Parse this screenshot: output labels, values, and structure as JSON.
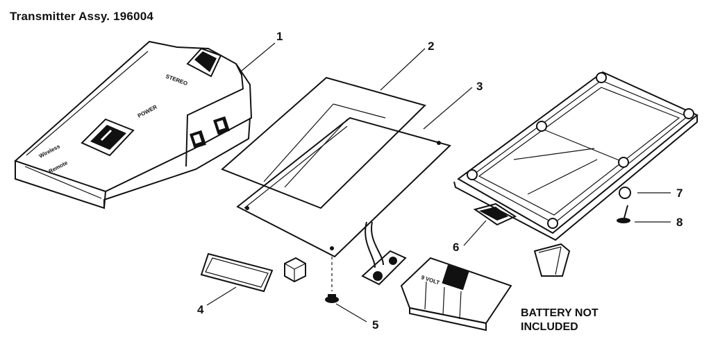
{
  "title": "Transmitter Assy. 196004",
  "callouts": [
    {
      "id": 1,
      "label": "1"
    },
    {
      "id": 2,
      "label": "2"
    },
    {
      "id": 3,
      "label": "3"
    },
    {
      "id": 4,
      "label": "4"
    },
    {
      "id": 5,
      "label": "5"
    },
    {
      "id": 6,
      "label": "6"
    },
    {
      "id": 7,
      "label": "7"
    },
    {
      "id": 8,
      "label": "8"
    }
  ],
  "battery_note": {
    "line1": "BATTERY NOT",
    "line2": "INCLUDED"
  },
  "device_labels": {
    "power": "POWER",
    "wireless": "Wireless",
    "remote": "Remote",
    "stereo": "STEREO",
    "battery_label": "9 VOLT"
  }
}
